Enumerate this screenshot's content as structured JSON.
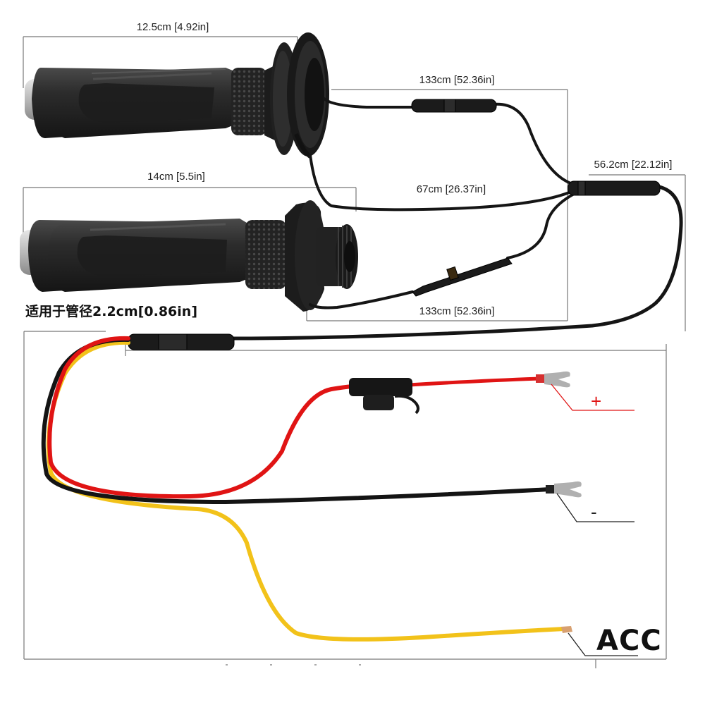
{
  "dimensions": {
    "grip_top_length": "12.5cm [4.92in]",
    "grip_bottom_length": "14cm [5.5in]",
    "cable_top": "133cm [52.36in]",
    "cable_middle": "67cm [26.37in]",
    "cable_bottom": "133cm [52.36in]",
    "cable_main": "56.2cm [22.12in]",
    "tube_diameter": "适用于管径2.2cm[0.86in]"
  },
  "terminals": {
    "positive": "+",
    "negative": "-",
    "acc": "ACC"
  },
  "colors": {
    "wire_red": "#e01414",
    "wire_black": "#141414",
    "wire_yellow": "#f2c21a",
    "grip_body": "#2a2a2a",
    "sign_red": "#e01414"
  }
}
